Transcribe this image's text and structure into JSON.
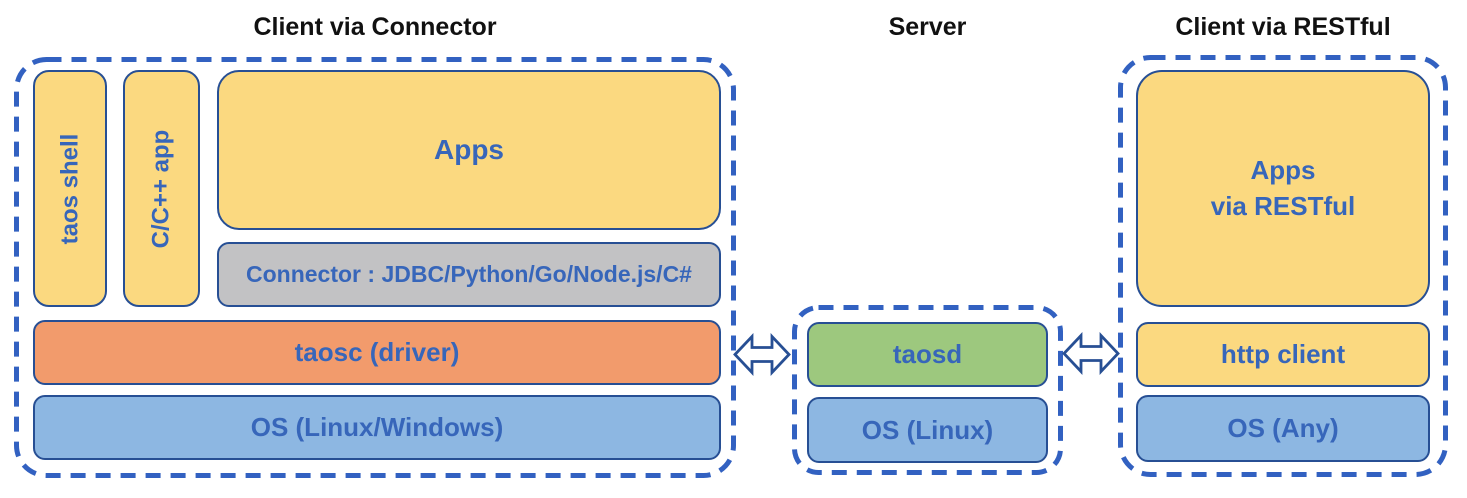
{
  "diagram": {
    "titles": {
      "connector": "Client via Connector",
      "server": "Server",
      "restful": "Client via RESTful"
    },
    "connector_group": {
      "taos_shell": "taos shell",
      "cpp_app": "C/C++ app",
      "apps": "Apps",
      "connector": "Connector : JDBC/Python/Go/Node.js/C#",
      "taosc": "taosc (driver)",
      "os": "OS (Linux/Windows)"
    },
    "server_group": {
      "taosd": "taosd",
      "os": "OS (Linux)"
    },
    "restful_group": {
      "apps_line1": "Apps",
      "apps_line2": "via RESTful",
      "http_client": "http client",
      "os": "OS (Any)"
    },
    "icons": {
      "left_arrow": "bidirectional-arrow",
      "right_arrow": "bidirectional-arrow"
    },
    "colors": {
      "box_yellow": "#FBD980",
      "box_orange": "#F29B6C",
      "box_blue": "#8DB7E2",
      "box_green": "#9DC87E",
      "box_gray": "#C2C2C4",
      "box_border": "#274F94",
      "dashed_border": "#3261C1",
      "label_text": "#3766BA",
      "title_text": "#111111"
    }
  }
}
